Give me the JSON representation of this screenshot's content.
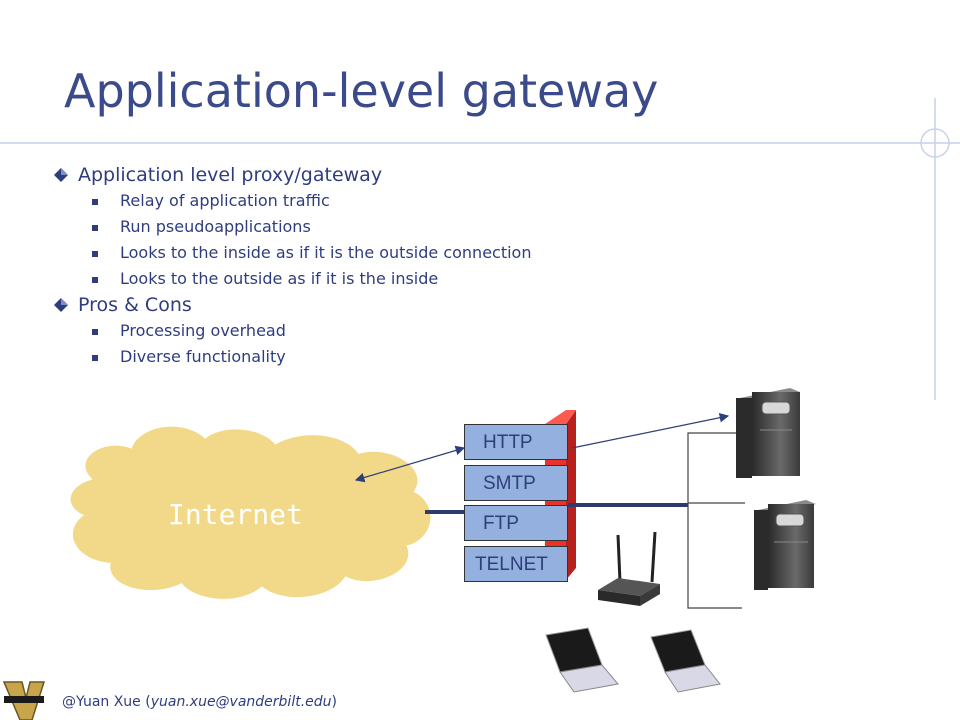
{
  "slide": {
    "title": "Application-level gateway",
    "bullets": [
      {
        "text": "Application level proxy/gateway",
        "sub": [
          "Relay of application traffic",
          "Run pseudoapplications",
          "Looks to the inside as if it is the outside connection",
          "Looks to the outside as if it is the inside"
        ]
      },
      {
        "text": "Pros & Cons",
        "sub": [
          "Processing overhead",
          "Diverse functionality"
        ]
      }
    ]
  },
  "diagram": {
    "cloud_label": "Internet",
    "protocols": [
      "HTTP",
      "SMTP",
      "FTP",
      "TELNET"
    ]
  },
  "footer": {
    "author": "@Yuan Xue (",
    "email": "yuan.xue@vanderbilt.edu",
    "close": ")"
  },
  "colors": {
    "title": "#3b4a8a",
    "text": "#2f3d80",
    "cloud": "#f2d98a",
    "protocol_box": "#93b0df",
    "firewall": "#e8322b"
  }
}
